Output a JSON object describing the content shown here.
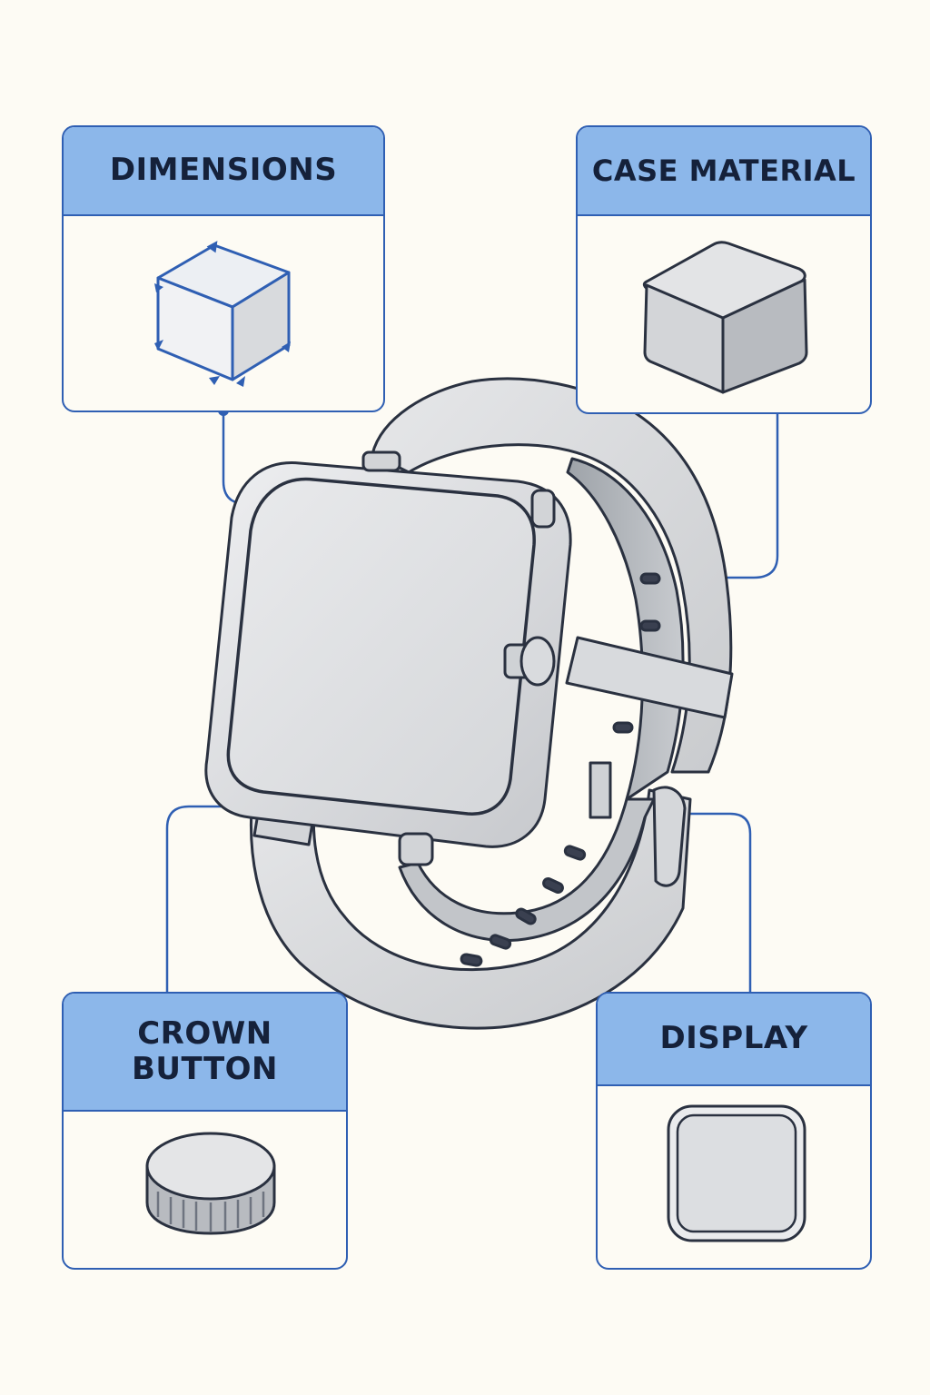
{
  "diagram": {
    "accent_color": "#2f5fb3",
    "header_fill": "#8cb7ea",
    "callouts": {
      "dimensions": {
        "title": "DIMENSIONS",
        "icon": "dimension-cube-icon"
      },
      "case_material": {
        "title": "CASE MATERIAL",
        "icon": "material-block-icon"
      },
      "crown_button": {
        "title": "CROWN\nBUTTON",
        "icon": "crown-knob-icon"
      },
      "display": {
        "title": "DISPLAY",
        "icon": "display-panel-icon"
      }
    },
    "illustration": "smartwatch-illustration"
  }
}
